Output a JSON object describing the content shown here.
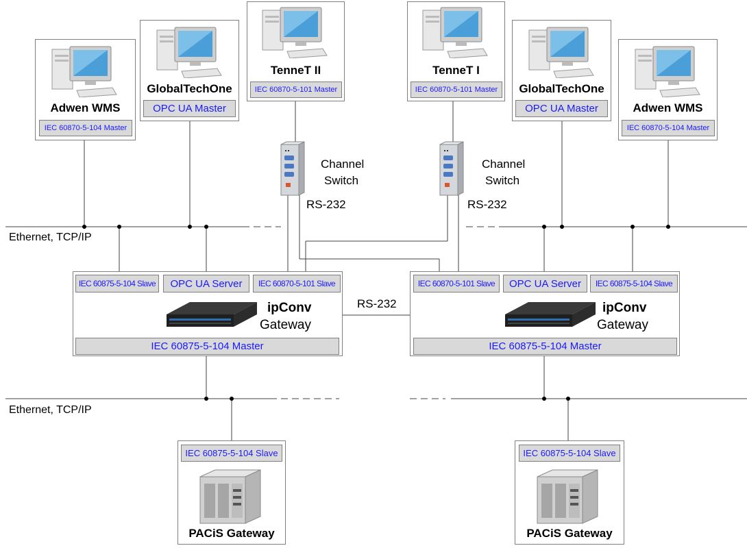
{
  "networks": {
    "ethernet_upper": "Ethernet, TCP/IP",
    "ethernet_lower": "Ethernet, TCP/IP",
    "rs232_left": "RS-232",
    "rs232_right": "RS-232",
    "rs232_middle": "RS-232"
  },
  "channel_switches": [
    {
      "line1": "Channel",
      "line2": "Switch"
    },
    {
      "line1": "Channel",
      "line2": "Switch"
    }
  ],
  "masters": {
    "adwen_left": {
      "title": "Adwen WMS",
      "protocol": "IEC 60870-5-104 Master",
      "icon": "computer-icon"
    },
    "globaltech_left": {
      "title": "GlobalTechOne",
      "protocol": "OPC UA Master",
      "icon": "computer-icon"
    },
    "tennet_2": {
      "title": "TenneT II",
      "protocol": "IEC 60870-5-101 Master",
      "icon": "computer-icon"
    },
    "tennet_1": {
      "title": "TenneT I",
      "protocol": "IEC 60870-5-101 Master",
      "icon": "computer-icon"
    },
    "globaltech_right": {
      "title": "GlobalTechOne",
      "protocol": "OPC UA Master",
      "icon": "computer-icon"
    },
    "adwen_right": {
      "title": "Adwen WMS",
      "protocol": "IEC 60870-5-104 Master",
      "icon": "computer-icon"
    }
  },
  "gateways": [
    {
      "title": "ipConv",
      "subtitle": "Gateway",
      "slaves": [
        "IEC 60875-5-104 Slave",
        "OPC UA Server",
        "IEC 60870-5-101 Slave"
      ],
      "master": "IEC 60875-5-104 Master",
      "icon": "rack-server-icon"
    },
    {
      "title": "ipConv",
      "subtitle": "Gateway",
      "slaves": [
        "IEC 60870-5-101 Slave",
        "OPC UA Server",
        "IEC 60875-5-104 Slave"
      ],
      "master": "IEC 60875-5-104 Master",
      "icon": "rack-server-icon"
    }
  ],
  "pacis": [
    {
      "title": "PACiS Gateway",
      "protocol": "IEC 60875-5-104 Slave",
      "icon": "industrial-pc-icon"
    },
    {
      "title": "PACiS Gateway",
      "protocol": "IEC 60875-5-104 Slave",
      "icon": "industrial-pc-icon"
    }
  ],
  "colors": {
    "protocol_text": "#1a1aff",
    "protocol_fill": "#d9d9d9",
    "wire": "#404040",
    "border": "#7f7f7f"
  }
}
